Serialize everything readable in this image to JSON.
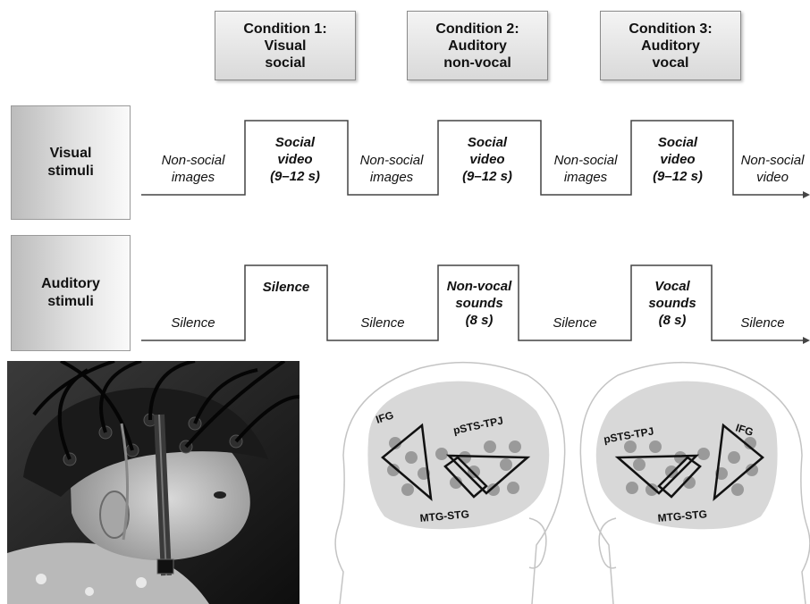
{
  "conditions": [
    {
      "lines": [
        "Condition 1:",
        "Visual",
        "social"
      ]
    },
    {
      "lines": [
        "Condition 2:",
        "Auditory",
        "non-vocal"
      ]
    },
    {
      "lines": [
        "Condition 3:",
        "Auditory",
        "vocal"
      ]
    }
  ],
  "rows": {
    "visual": {
      "lines": [
        "Visual",
        "stimuli"
      ]
    },
    "auditory": {
      "lines": [
        "Auditory",
        "stimuli"
      ]
    }
  },
  "visual_segments": [
    {
      "lines": [
        "Non-social",
        "images"
      ],
      "bold": false
    },
    {
      "lines": [
        "Social",
        "video",
        "(9–12 s)"
      ],
      "bold": true
    },
    {
      "lines": [
        "Non-social",
        "images"
      ],
      "bold": false
    },
    {
      "lines": [
        "Social",
        "video",
        "(9–12 s)"
      ],
      "bold": true
    },
    {
      "lines": [
        "Non-social",
        "images"
      ],
      "bold": false
    },
    {
      "lines": [
        "Social",
        "video",
        "(9–12 s)"
      ],
      "bold": true
    },
    {
      "lines": [
        "Non-social",
        "video"
      ],
      "bold": false
    }
  ],
  "auditory_segments": [
    {
      "lines": [
        "Silence"
      ],
      "bold": false
    },
    {
      "lines": [
        "Silence"
      ],
      "bold": true
    },
    {
      "lines": [
        "Silence"
      ],
      "bold": false
    },
    {
      "lines": [
        "Non-vocal",
        "sounds",
        "(8 s)"
      ],
      "bold": true
    },
    {
      "lines": [
        "Silence"
      ],
      "bold": false
    },
    {
      "lines": [
        "Vocal",
        "sounds",
        "(8 s)"
      ],
      "bold": true
    },
    {
      "lines": [
        "Silence"
      ],
      "bold": false
    }
  ],
  "brain_left": {
    "labels": {
      "ifg": "IFG",
      "psts": "pSTS-TPJ",
      "mtg": "MTG-STG"
    }
  },
  "brain_right": {
    "labels": {
      "ifg": "IFG",
      "psts": "pSTS-TPJ",
      "mtg": "MTG-STG"
    }
  },
  "colors": {
    "line": "#444444",
    "brain_fill": "#d8d8d8",
    "channel": "#9a9a9a",
    "outline": "#c4c4c4"
  }
}
